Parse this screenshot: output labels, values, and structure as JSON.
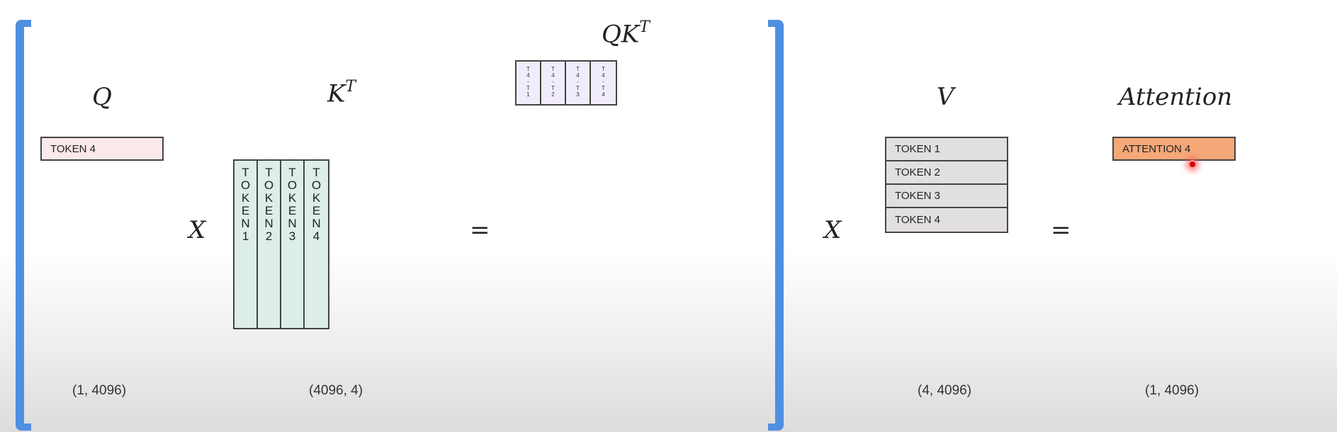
{
  "labels": {
    "q": "Q",
    "kt_base": "K",
    "kt_sup": "T",
    "qkt_base": "QK",
    "qkt_sup": "T",
    "v": "V",
    "attention": "Attention"
  },
  "operators": {
    "multiply": "X",
    "equals": "="
  },
  "q_row": "TOKEN 4",
  "kt_columns": [
    [
      "T",
      "O",
      "K",
      "E",
      "N",
      "1"
    ],
    [
      "T",
      "O",
      "K",
      "E",
      "N",
      "2"
    ],
    [
      "T",
      "O",
      "K",
      "E",
      "N",
      "3"
    ],
    [
      "T",
      "O",
      "K",
      "E",
      "N",
      "4"
    ]
  ],
  "qkt_cells": [
    [
      "T",
      "4",
      "-",
      "T",
      "1"
    ],
    [
      "T",
      "4",
      "-",
      "T",
      "2"
    ],
    [
      "T",
      "4",
      "-",
      "T",
      "3"
    ],
    [
      "T",
      "4",
      "-",
      "T",
      "4"
    ]
  ],
  "v_rows": [
    "TOKEN 1",
    "TOKEN 2",
    "TOKEN 3",
    "TOKEN 4"
  ],
  "attention_row": "ATTENTION 4",
  "shapes": {
    "q": "(1, 4096)",
    "kt": "(4096, 4)",
    "v": "(4, 4096)",
    "attention": "(1, 4096)"
  },
  "colors": {
    "bracket": "#4f8fe0",
    "q_fill": "#fbe8e8",
    "kt_fill": "#ddeee6",
    "qkt_fill": "#f1ecfb",
    "v_fill": "#e2dfe2",
    "attention_fill": "#f5a878"
  }
}
